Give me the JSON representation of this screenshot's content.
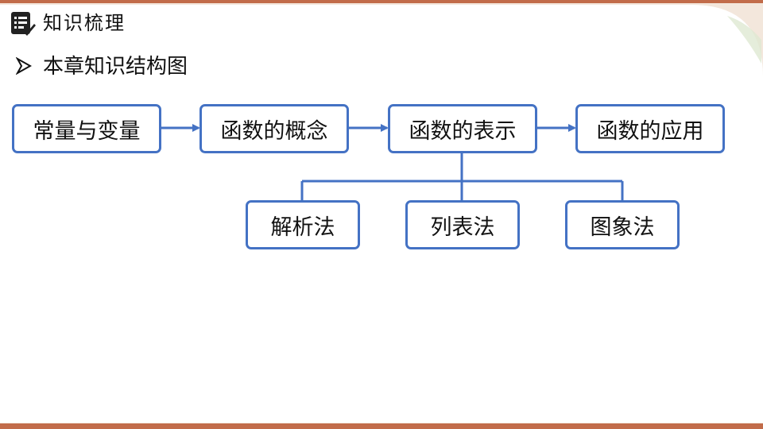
{
  "header": {
    "title": "知识梳理",
    "icon": "list-icon"
  },
  "section": {
    "title": "本章知识结构图",
    "icon": "arrowhead-bullet-icon"
  },
  "diagram": {
    "top_row": [
      "常量与变量",
      "函数的概念",
      "函数的表示",
      "函数的应用"
    ],
    "representations": [
      "解析法",
      "列表法",
      "图象法"
    ]
  },
  "colors": {
    "accent": "#4472c4",
    "frame": "#c26c4a",
    "background": "#f3e7dc"
  }
}
